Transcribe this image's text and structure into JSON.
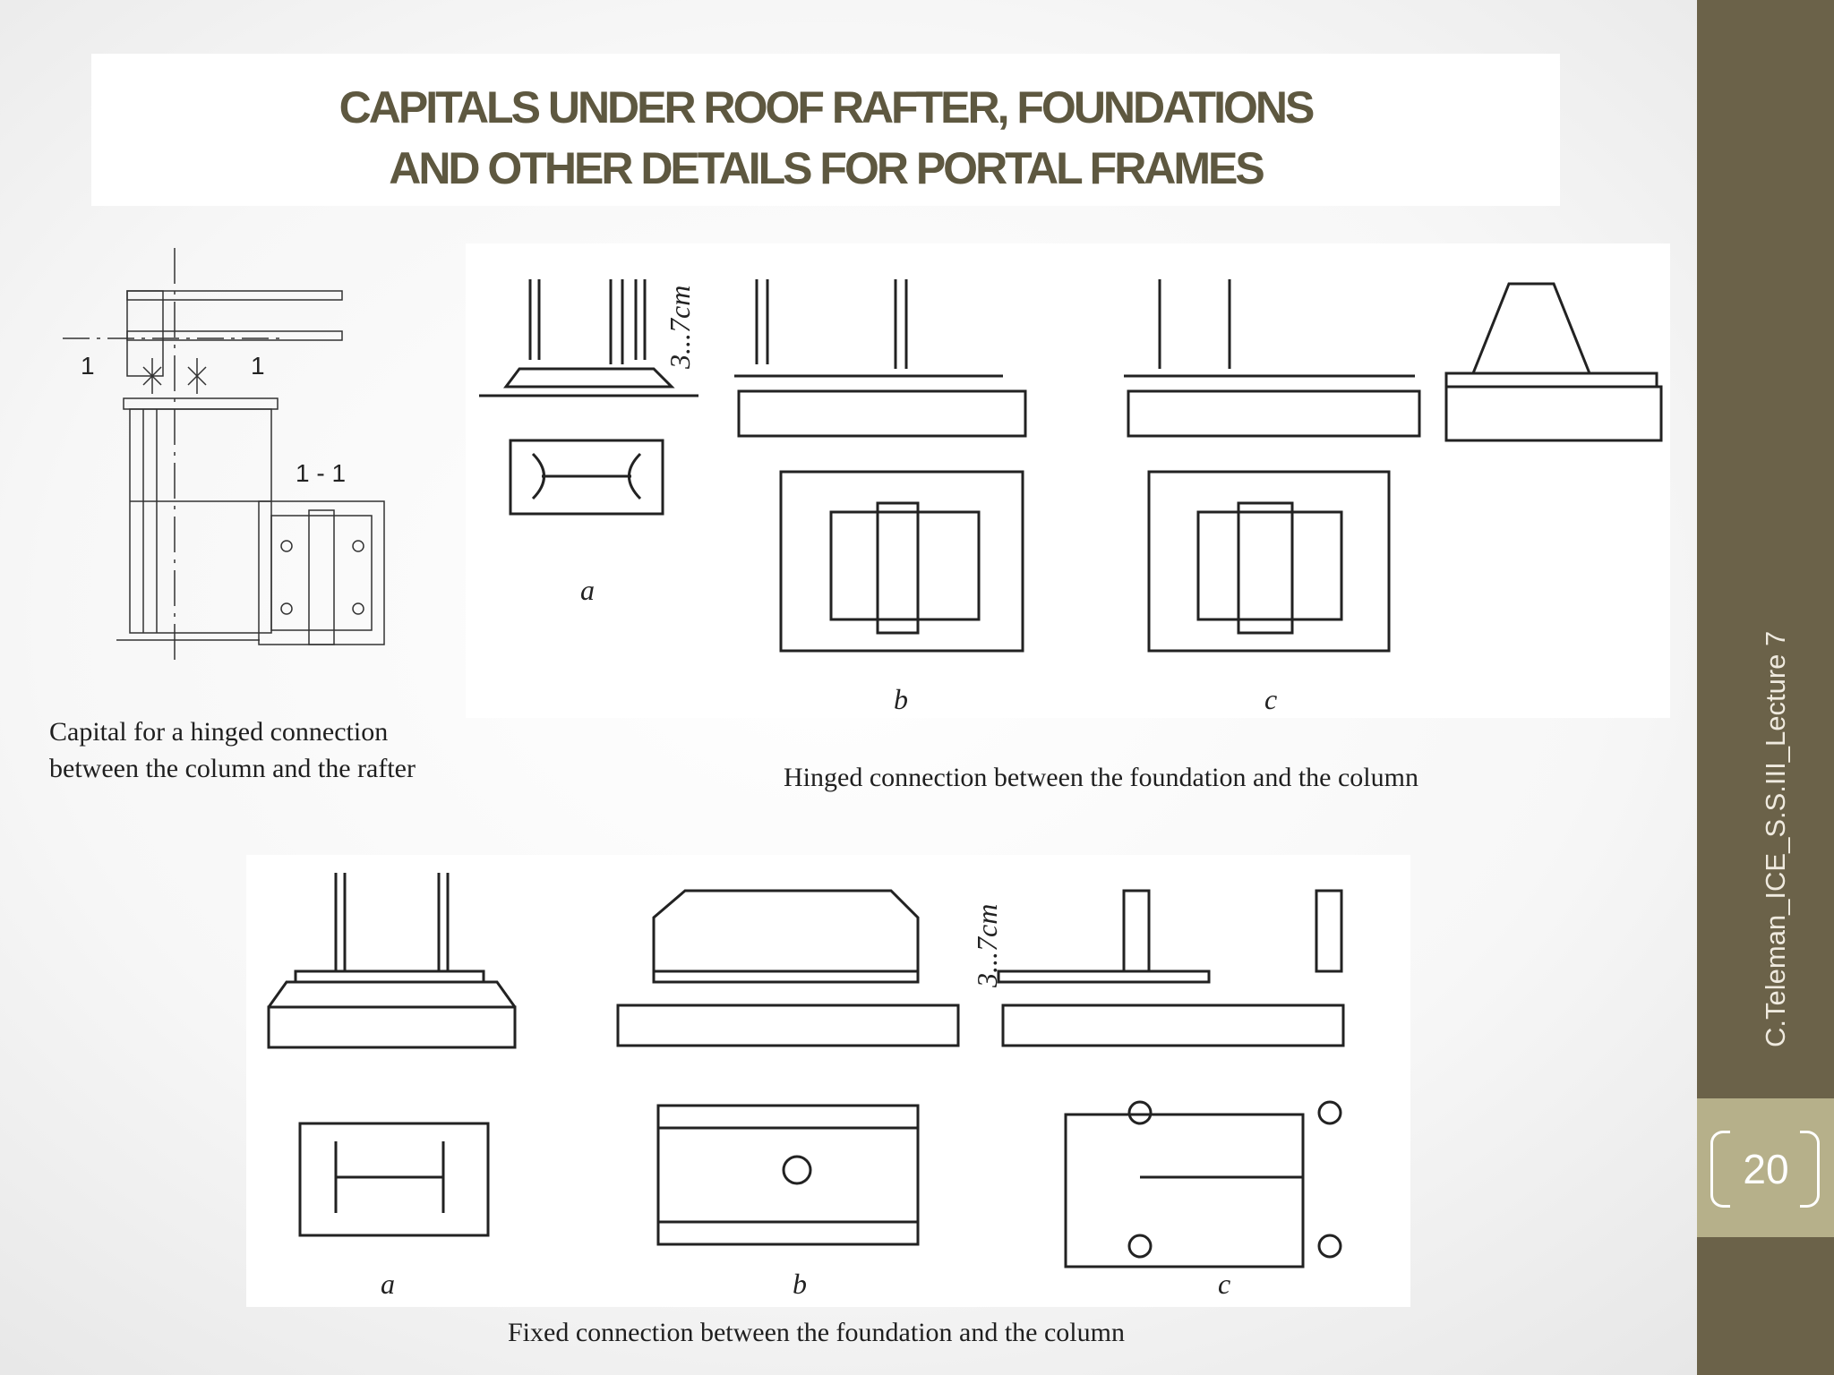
{
  "slide": {
    "title_line1": "CAPITALS UNDER ROOF RAFTER, FOUNDATIONS",
    "title_line2": "AND OTHER DETAILS FOR PORTAL FRAMES",
    "side_text": "C.Teleman_ICE_S.S.III_Lecture 7",
    "page_number": "20",
    "colors": {
      "sidebar": "#6b6249",
      "page_block": "#b6b08a",
      "title": "#5e5840"
    }
  },
  "figures": {
    "capital": {
      "section_mark": "1",
      "section_label": "1 - 1",
      "caption_line1": "Capital for a hinged connection",
      "caption_line2": "between the column and the rafter"
    },
    "hinged": {
      "dimension": "3...7cm",
      "labels": [
        "a",
        "b",
        "c"
      ],
      "caption": "Hinged connection between the foundation and the column"
    },
    "fixed": {
      "dimension": "3...7cm",
      "labels": [
        "a",
        "b",
        "c"
      ],
      "caption": "Fixed connection between the foundation and the column"
    }
  }
}
